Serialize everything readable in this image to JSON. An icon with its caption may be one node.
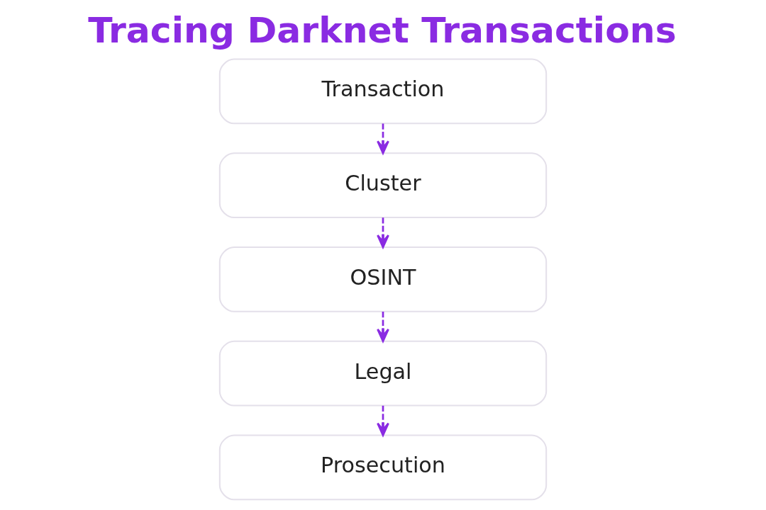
{
  "diagram": {
    "title": "Tracing Darknet Transactions",
    "nodes": [
      {
        "text": [
          "Transaction"
        ]
      },
      {
        "text": [
          "Cluster"
        ]
      },
      {
        "text": [
          "OSINT"
        ]
      },
      {
        "text": [
          "Legal"
        ]
      },
      {
        "text": [
          "Prosecution"
        ]
      }
    ],
    "edges": [
      {
        "from": 0,
        "to": 1,
        "arrow": "to",
        "style": "dashed"
      },
      {
        "from": 1,
        "to": 2,
        "arrow": "to",
        "style": "dashed"
      },
      {
        "from": 2,
        "to": 3,
        "arrow": "to",
        "style": "dashed"
      },
      {
        "from": 3,
        "to": 4,
        "arrow": "to",
        "style": "dashed"
      }
    ]
  }
}
